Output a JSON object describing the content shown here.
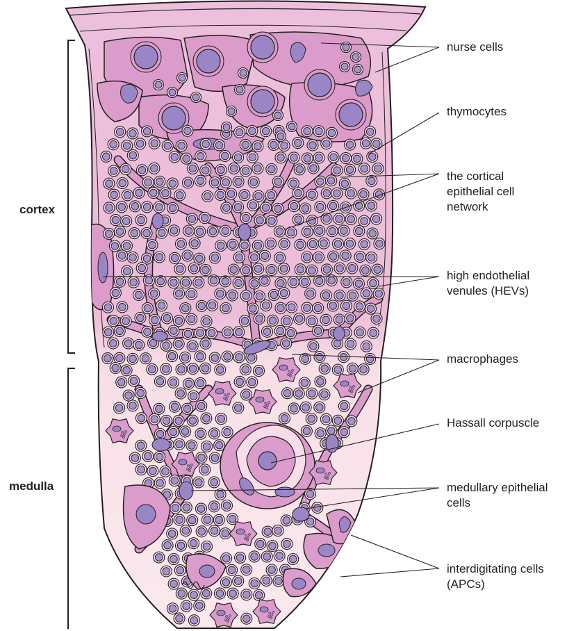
{
  "regions": {
    "cortex": "cortex",
    "medulla": "medulla"
  },
  "labels": {
    "nurse_cells": "nurse cells",
    "thymocytes": "thymocytes",
    "cortical_network_1": "the cortical",
    "cortical_network_2": "epithelial cell",
    "cortical_network_3": "network",
    "hevs_1": "high endothelial",
    "hevs_2": "venules (HEVs)",
    "macrophages": "macrophages",
    "hassall": "Hassall corpuscle",
    "medullary_1": "medullary epithelial",
    "medullary_2": "cells",
    "interdigitating_1": "interdigitating cells",
    "interdigitating_2": "(APCs)"
  },
  "colors": {
    "cortex_fill": "#e8b6d6",
    "medulla_fill": "#f9e3ea",
    "epithelial_fill": "#dc9ccb",
    "nucleus": "#9a86c6",
    "outline": "#231f20",
    "thymocyte_ring": "#f4d9ea",
    "thymocyte_core": "#a592cc"
  }
}
